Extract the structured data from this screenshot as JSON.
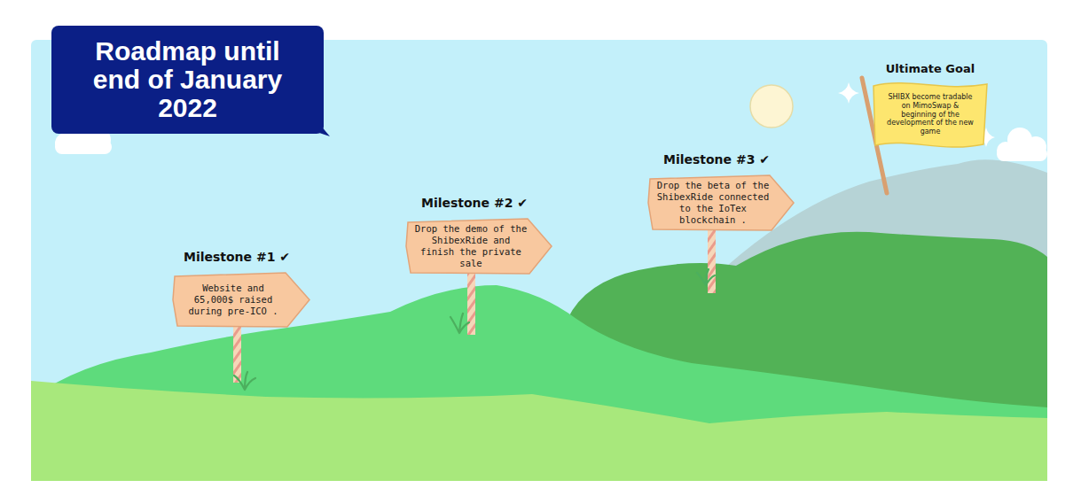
{
  "diagram": {
    "title": "Roadmap until end of January 2022",
    "nodes": [
      {
        "text": [
          "Milestone #1 ✔",
          "Website and 65,000$ raised during pre-ICO ."
        ]
      },
      {
        "text": [
          "Milestone #2 ✔",
          "Drop the demo of the ShibexRide and finish the private sale"
        ]
      },
      {
        "text": [
          "Milestone #3 ✔",
          "Drop the beta of the ShibexRide connected to the IoTex blockchain ."
        ]
      },
      {
        "text": [
          "Ultimate Goal",
          "SHIBX become tradable on MimoSwap & beginning of the development of the new game"
        ]
      }
    ]
  }
}
